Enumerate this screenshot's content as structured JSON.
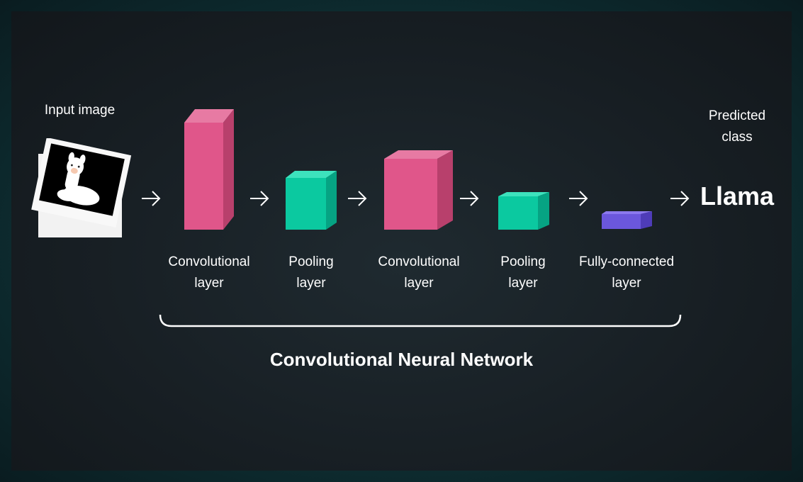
{
  "input": {
    "label": "Input image"
  },
  "layers": [
    {
      "label": "Convolutional\nlayer",
      "kind": "convolutional",
      "color": "#e0568a"
    },
    {
      "label": "Pooling\nlayer",
      "kind": "pooling",
      "color": "#0bc9a0"
    },
    {
      "label": "Convolutional\nlayer",
      "kind": "convolutional",
      "color": "#e0568a"
    },
    {
      "label": "Pooling\nlayer",
      "kind": "pooling",
      "color": "#0bc9a0"
    },
    {
      "label": "Fully-connected\nlayer",
      "kind": "fully-connected",
      "color": "#6b57dc"
    }
  ],
  "output": {
    "label": "Predicted\nclass",
    "prediction": "Llama"
  },
  "group": {
    "title": "Convolutional Neural Network"
  }
}
